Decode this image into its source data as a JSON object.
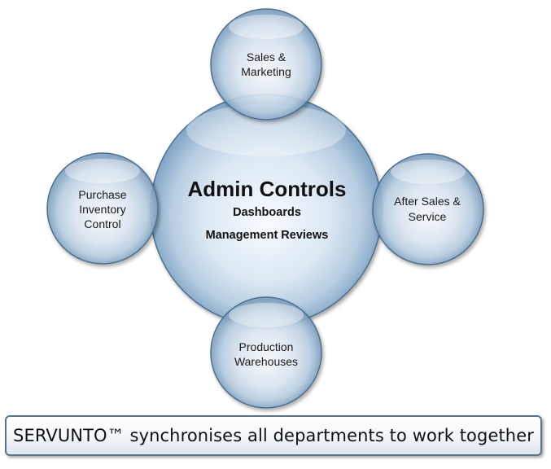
{
  "center": {
    "title": "Admin Controls",
    "line1": "Dashboards",
    "line2": "Management Reviews"
  },
  "top": {
    "line1": "Sales &",
    "line2": "Marketing"
  },
  "left": {
    "line1": "Purchase",
    "line2": "Inventory",
    "line3": "Control"
  },
  "right": {
    "line1": "After Sales &",
    "line2": "Service"
  },
  "bottom": {
    "line1": "Production",
    "line2": "Warehouses"
  },
  "banner": {
    "text": "SERVUNTO™ synchronises all departments to work together"
  },
  "colors": {
    "circle_edge": "#4e6f8e",
    "circle_light": "#ffffff",
    "circle_mid": "#b9d0e6",
    "circle_dark": "#7fa3c6",
    "banner_border": "#5d7283"
  }
}
